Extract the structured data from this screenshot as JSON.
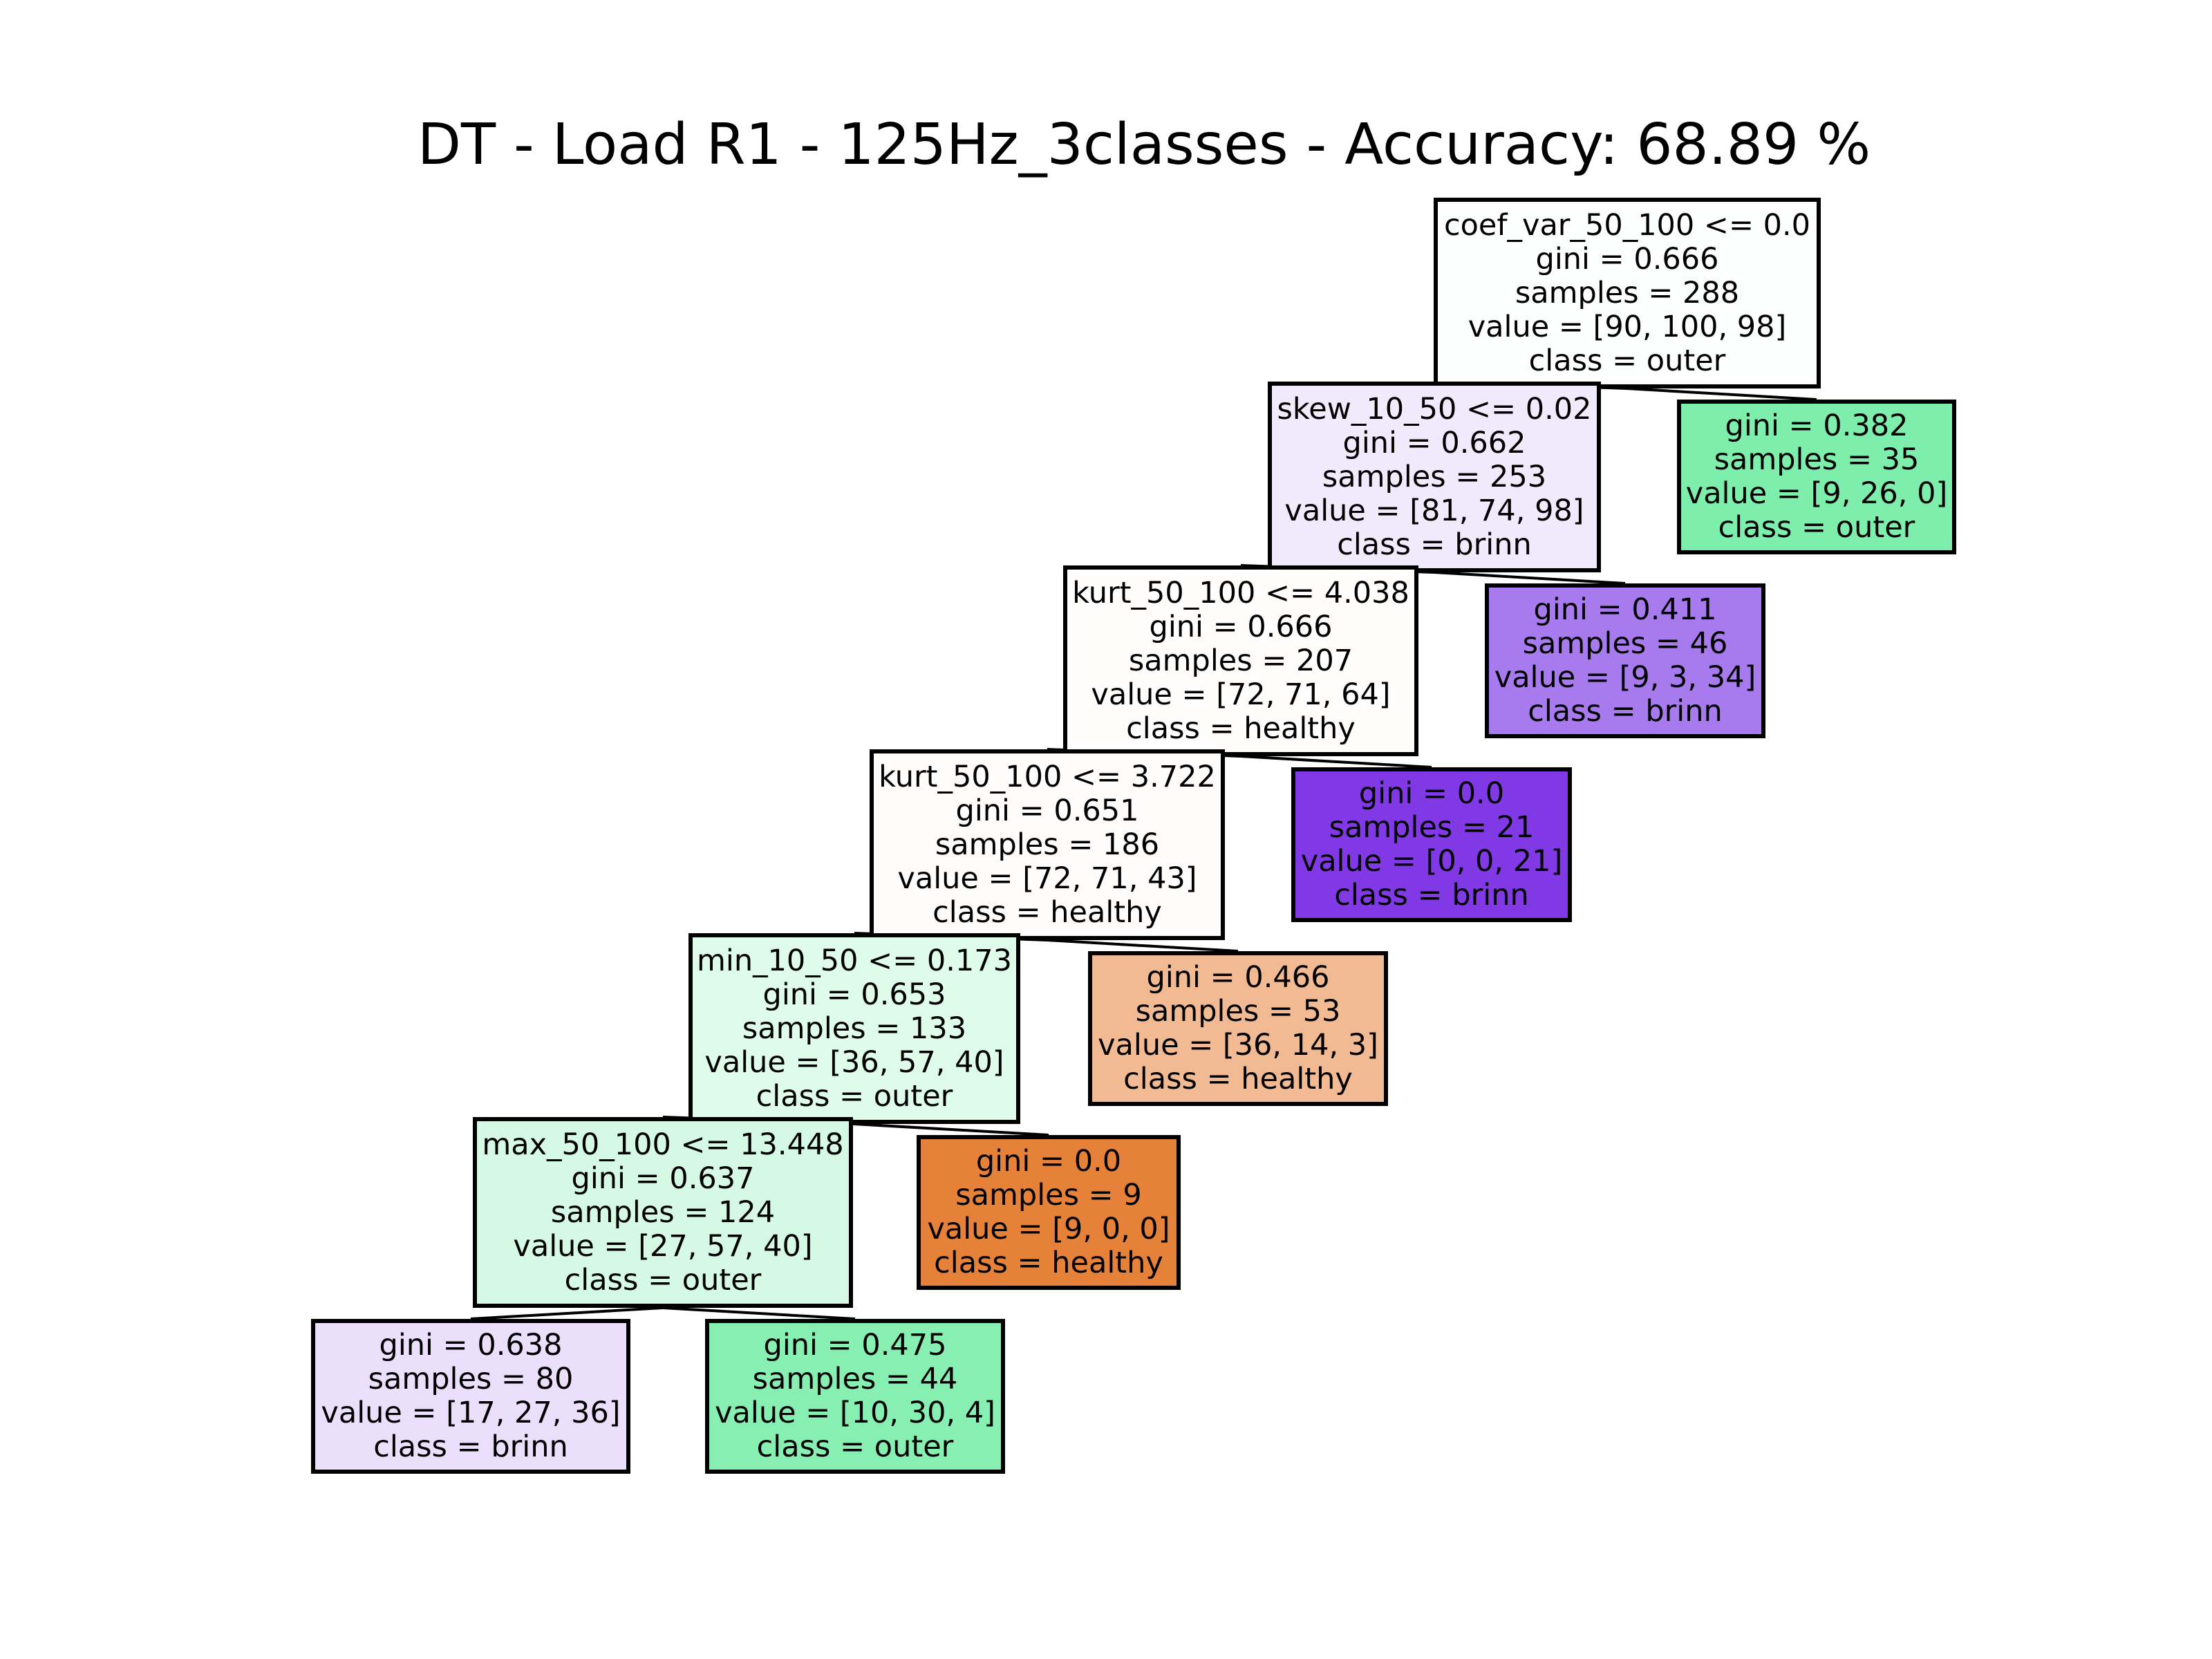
{
  "title": "DT - Load R1 - 125Hz_3classes - Accuracy: 68.89 %",
  "class_colors": {
    "healthy": "#e58139",
    "outer": "#39e581",
    "brinn": "#8139e5"
  },
  "nodes": [
    {
      "id": "n0",
      "split": "coef_var_50_100 <= 0.0",
      "gini": "gini = 0.666",
      "samples": "samples = 288",
      "value": "value = [90, 100, 98]",
      "class": "class = outer",
      "fill": "#fcfffd"
    },
    {
      "id": "n1",
      "split": "skew_10_50 <= 0.02",
      "gini": "gini = 0.662",
      "samples": "samples = 253",
      "value": "value = [81, 74, 98]",
      "class": "class = brinn",
      "fill": "#f1e9fc"
    },
    {
      "id": "n2",
      "split": "",
      "gini": "gini = 0.382",
      "samples": "samples = 35",
      "value": "value = [9, 26, 0]",
      "class": "class = outer",
      "fill": "#7eeeac"
    },
    {
      "id": "n3",
      "split": "kurt_50_100 <= 4.038",
      "gini": "gini = 0.666",
      "samples": "samples = 207",
      "value": "value = [72, 71, 64]",
      "class": "class = healthy",
      "fill": "#fffefd"
    },
    {
      "id": "n4",
      "split": "",
      "gini": "gini = 0.411",
      "samples": "samples = 46",
      "value": "value = [9, 3, 34]",
      "class": "class = brinn",
      "fill": "#a77aed"
    },
    {
      "id": "n5",
      "split": "kurt_50_100 <= 3.722",
      "gini": "gini = 0.651",
      "samples": "samples = 186",
      "value": "value = [72, 71, 43]",
      "class": "class = healthy",
      "fill": "#fffdfb"
    },
    {
      "id": "n6",
      "split": "",
      "gini": "gini = 0.0",
      "samples": "samples = 21",
      "value": "value = [0, 0, 21]",
      "class": "class = brinn",
      "fill": "#8139e5"
    },
    {
      "id": "n7",
      "split": "min_10_50 <= 0.173",
      "gini": "gini = 0.653",
      "samples": "samples = 133",
      "value": "value = [36, 57, 40]",
      "class": "class = outer",
      "fill": "#dffbea"
    },
    {
      "id": "n8",
      "split": "",
      "gini": "gini = 0.466",
      "samples": "samples = 53",
      "value": "value = [36, 14, 3]",
      "class": "class = healthy",
      "fill": "#f1ba92"
    },
    {
      "id": "n9",
      "split": "max_50_100 <= 13.448",
      "gini": "gini = 0.637",
      "samples": "samples = 124",
      "value": "value = [27, 57, 40]",
      "class": "class = outer",
      "fill": "#d6f9e5"
    },
    {
      "id": "n10",
      "split": "",
      "gini": "gini = 0.0",
      "samples": "samples = 9",
      "value": "value = [9, 0, 0]",
      "class": "class = healthy",
      "fill": "#e58139"
    },
    {
      "id": "n11",
      "split": "",
      "gini": "gini = 0.638",
      "samples": "samples = 80",
      "value": "value = [17, 27, 36]",
      "class": "class = brinn",
      "fill": "#ebdffb"
    },
    {
      "id": "n12",
      "split": "",
      "gini": "gini = 0.475",
      "samples": "samples = 44",
      "value": "value = [10, 30, 4]",
      "class": "class = outer",
      "fill": "#88efb3"
    }
  ],
  "edges": [
    [
      "n0",
      "n1"
    ],
    [
      "n0",
      "n2"
    ],
    [
      "n1",
      "n3"
    ],
    [
      "n1",
      "n4"
    ],
    [
      "n3",
      "n5"
    ],
    [
      "n3",
      "n6"
    ],
    [
      "n5",
      "n7"
    ],
    [
      "n5",
      "n8"
    ],
    [
      "n7",
      "n9"
    ],
    [
      "n7",
      "n10"
    ],
    [
      "n9",
      "n11"
    ],
    [
      "n9",
      "n12"
    ]
  ]
}
